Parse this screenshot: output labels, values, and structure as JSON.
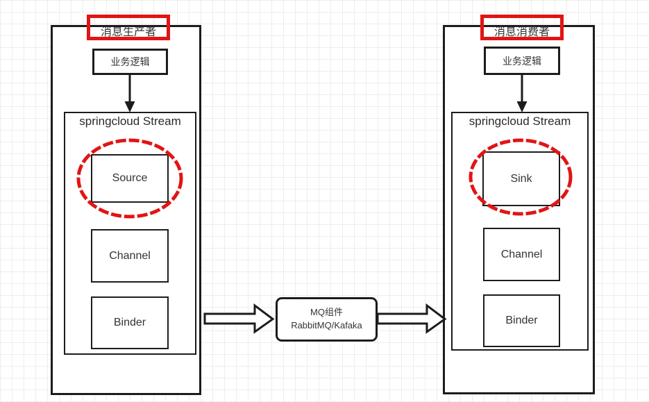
{
  "diagram": {
    "type": "architecture-flow",
    "theme": "spring-cloud-stream messaging",
    "colors": {
      "highlight_red": "#e21414",
      "line_black": "#1c1c1c",
      "grid": "#ededed",
      "background": "#ffffff"
    }
  },
  "producer": {
    "title": "消息生产者",
    "business_logic_label": "业务逻辑",
    "stream_label": "springcloud Stream",
    "components": {
      "source": "Source",
      "channel": "Channel",
      "binder": "Binder"
    }
  },
  "consumer": {
    "title": "消息消费者",
    "business_logic_label": "业务逻辑",
    "stream_label": "springcloud Stream",
    "components": {
      "sink": "Sink",
      "channel": "Channel",
      "binder": "Binder"
    }
  },
  "mq": {
    "line1": "MQ组件",
    "line2": "RabbitMQ/Kafaka"
  }
}
